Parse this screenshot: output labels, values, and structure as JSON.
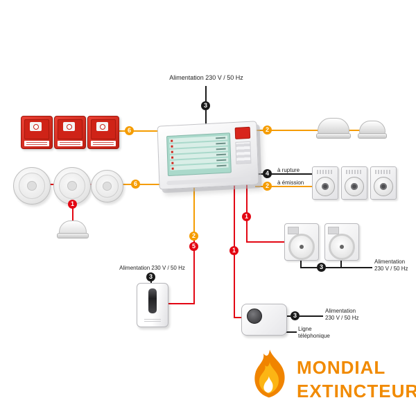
{
  "labels": {
    "power_main": "Alimentation 230 V / 50 Hz",
    "rupture": "à rupture",
    "emission": "à émission",
    "power_door_line1": "Alimentation",
    "power_door_line2": "230 V / 50 Hz",
    "power_supply_unit": "Alimentation 230 V / 50 Hz",
    "power_transmitter_line1": "Alimentation",
    "power_transmitter_line2": "230 V / 50 Hz",
    "phone_line1": "Ligne",
    "phone_line2": "téléphonique"
  },
  "badges": {
    "power_main": "3",
    "call_points_loop": "6",
    "heat_detectors_loop": "2",
    "sounders_rupture": "4",
    "sounders_emission": "2",
    "smoke_detectors_loop": "6",
    "smoke_detector_branch": "1",
    "supply_wire_orange": "2",
    "supply_wire_red": "5",
    "door_holders_wire": "1",
    "transmitter_wire": "1",
    "door_holders_power": "3",
    "supply_unit_power": "3",
    "transmitter_power": "3"
  },
  "logo": {
    "line1": "MONDIAL",
    "line2": "EXTINCTEUR"
  },
  "colors": {
    "wire_orange": "#F59C00",
    "wire_red": "#E30613",
    "wire_black": "#1A1A1A",
    "logo_text": "#F18A00",
    "flame_outer": "#F08400",
    "flame_inner": "#FCB514",
    "call_point_red": "#D8251C",
    "panel_screen_teal": "#AAD9CB"
  }
}
